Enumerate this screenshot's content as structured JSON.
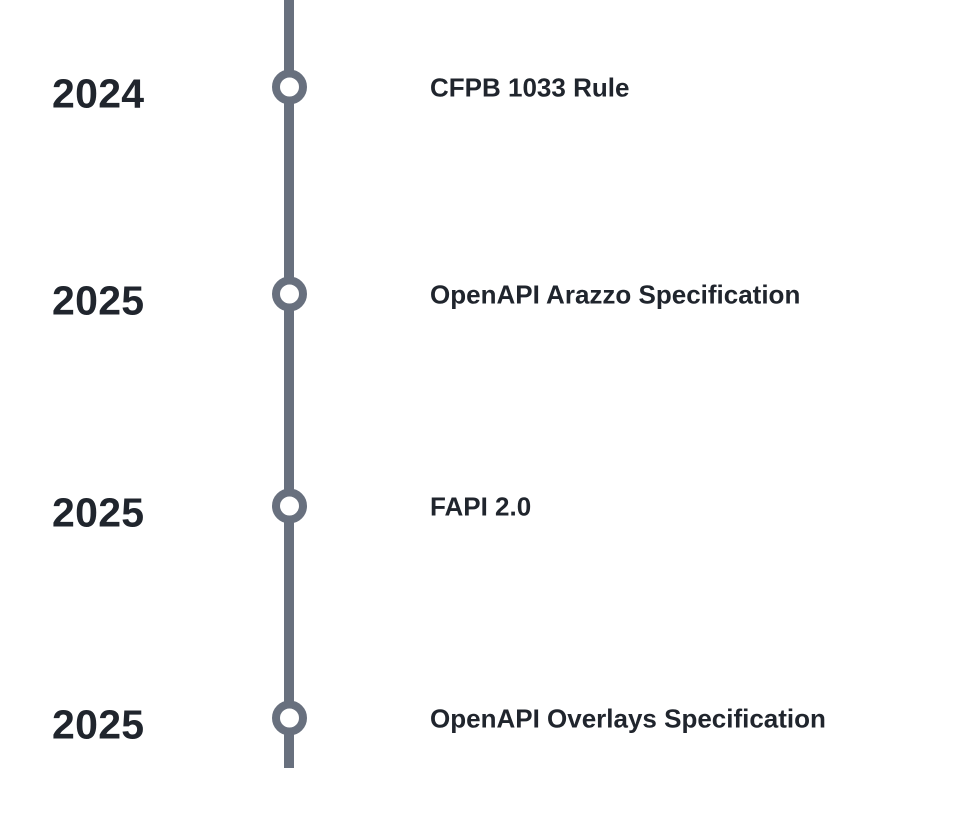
{
  "timeline": {
    "orientation": "vertical",
    "colors": {
      "line": "#68707e",
      "node_ring": "#68707e",
      "node_fill": "#ffffff",
      "text": "#20252d",
      "background": "#ffffff"
    },
    "items": [
      {
        "year": "2024",
        "title": "CFPB 1033 Rule"
      },
      {
        "year": "2025",
        "title": "OpenAPI Arazzo Specification"
      },
      {
        "year": "2025",
        "title": "FAPI 2.0"
      },
      {
        "year": "2025",
        "title": "OpenAPI Overlays Specification"
      }
    ]
  }
}
